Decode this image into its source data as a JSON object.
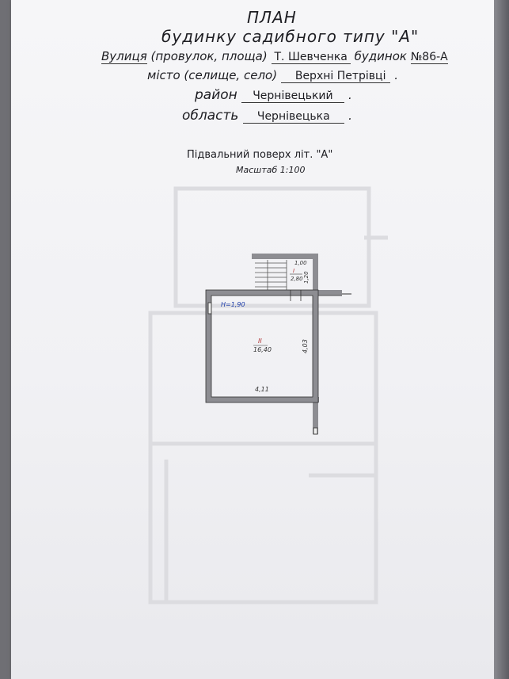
{
  "document": {
    "title": "ПЛАН",
    "subtitle": "будинку садибного типу \"А\"",
    "street_label": "Вулиця",
    "street_hint": "(провулок, площа)",
    "street_value": "Т. Шевченка",
    "house_label": "будинок",
    "house_value": "№86-А",
    "town_label": "місто (селище, село)",
    "town_value": "Верхні Петрівці",
    "district_label": "район",
    "district_value": "Чернівецький",
    "region_label": "область",
    "region_value": "Чернівецька",
    "dot": "."
  },
  "plan": {
    "floor_title": "Підвальний поверх літ. \"А\"",
    "scale": "Масштаб 1:100",
    "height_label": "H=1,90",
    "room1_number": "I",
    "room1_area": "2,80",
    "room1_width": "1,00",
    "room1_length": "1,20",
    "room2_number": "II",
    "room2_area": "16,40",
    "room2_height_dim": "4,03",
    "room2_width_dim": "4,11"
  },
  "colors": {
    "paper": "#f3f3f5",
    "wall": "#8d8d92",
    "ghost": "#dcdce0",
    "text": "#1d1d22"
  }
}
